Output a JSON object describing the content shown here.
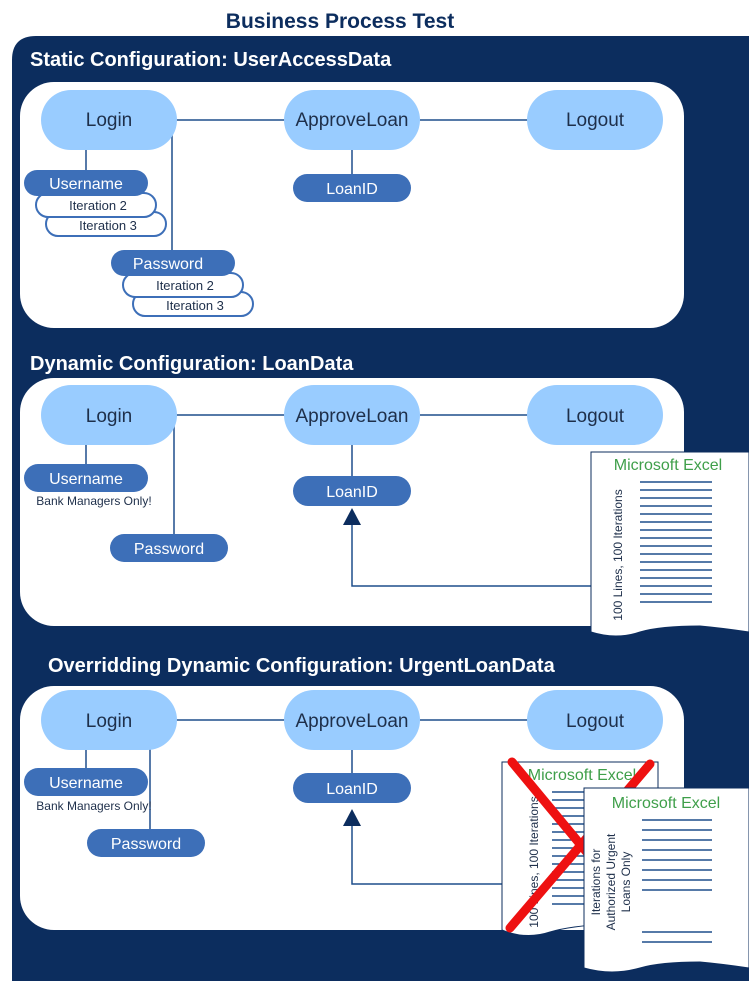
{
  "title": "Business Process Test",
  "colors": {
    "frame": "#0c2d5e",
    "component_light": "#99ccff",
    "param_dark": "#3d6fb8",
    "line": "#1f4e8c",
    "excel_green": "#3f9f4a",
    "cross_red": "#ee1111"
  },
  "sections": [
    {
      "heading": "Static Configuration: UserAccessData",
      "components": [
        "Login",
        "ApproveLoan",
        "Logout"
      ],
      "params": {
        "username": "Username",
        "password": "Password",
        "loan_id": "LoanID",
        "username_iterations": [
          "Iteration 2",
          "Iteration 3"
        ],
        "password_iterations": [
          "Iteration 2",
          "Iteration 3"
        ]
      }
    },
    {
      "heading": "Dynamic Configuration: LoanData",
      "components": [
        "Login",
        "ApproveLoan",
        "Logout"
      ],
      "params": {
        "username": "Username",
        "username_note": "Bank Managers Only!",
        "password": "Password",
        "loan_id": "LoanID"
      },
      "excel": {
        "title": "Microsoft Excel",
        "side_text": "100 Lines, 100 Iterations"
      }
    },
    {
      "heading": "Overridding Dynamic Configuration: UrgentLoanData",
      "components": [
        "Login",
        "ApproveLoan",
        "Logout"
      ],
      "params": {
        "username": "Username",
        "username_note": "Bank Managers Only!",
        "password": "Password",
        "loan_id": "LoanID"
      },
      "excel_overridden": {
        "title": "Microsoft Excel",
        "side_text": "100 Lines, 100 Iterations",
        "crossed_out": true
      },
      "excel": {
        "title": "Microsoft Excel",
        "side_text_lines": [
          "Iterations for",
          "Authorized Urgent",
          "Loans Only"
        ]
      }
    }
  ]
}
